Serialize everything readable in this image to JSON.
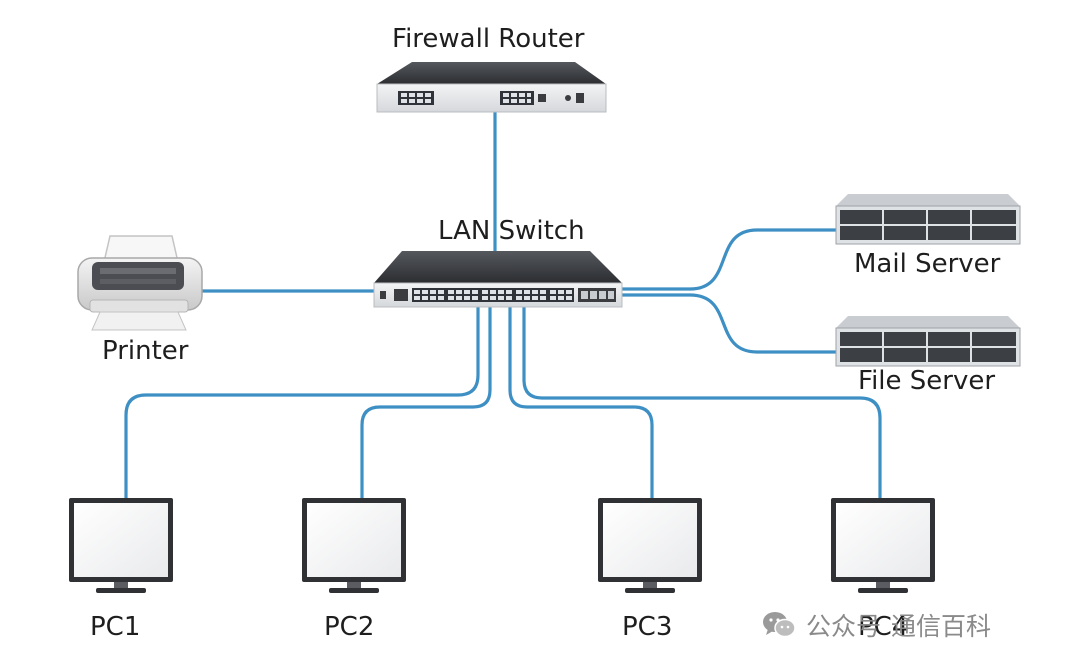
{
  "labels": {
    "firewall_router": "Firewall Router",
    "lan_switch": "LAN Switch",
    "printer": "Printer",
    "mail_server": "Mail Server",
    "file_server": "File Server",
    "pc1": "PC1",
    "pc2": "PC2",
    "pc3": "PC3",
    "pc4": "PC4"
  },
  "watermark": {
    "account_type": "公众号",
    "account_name": "通信百科",
    "icon": "wechat-icon"
  },
  "colors": {
    "cable": "#3d8fc4",
    "device_dark": "#3a3c40",
    "device_light": "#e6e8ea"
  }
}
